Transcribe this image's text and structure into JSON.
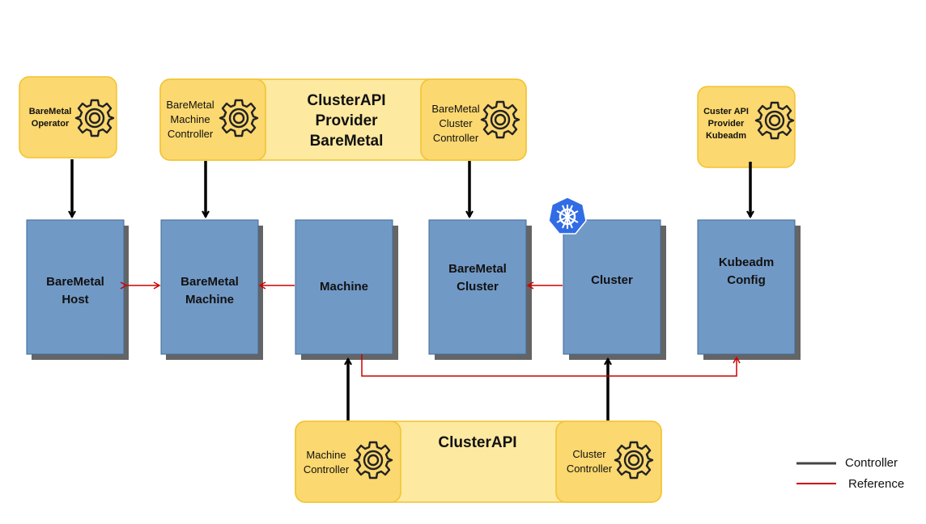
{
  "groups": {
    "baremetal_operator": {
      "label": "BareMetal\nOperator"
    },
    "capbm": {
      "title": "ClusterAPI\nProvider\nBareMetal",
      "machine_controller": "BareMetal\nMachine\nController",
      "cluster_controller": "BareMetal\nCluster\nController"
    },
    "kubeadm_provider": {
      "label": "Custer  API\nProvider\nKubeadm"
    },
    "clusterapi": {
      "title": "ClusterAPI",
      "machine_controller": "Machine\nController",
      "cluster_controller": "Cluster\nController"
    }
  },
  "resources": {
    "baremetal_host": "BareMetal\nHost",
    "baremetal_machine": "BareMetal\nMachine",
    "machine": "Machine",
    "baremetal_cluster": "BareMetal\nCluster",
    "cluster": "Cluster",
    "kubeadm_config": "Kubeadm\nConfig"
  },
  "legend": {
    "controller": {
      "label": "Controller",
      "color": "#444444"
    },
    "reference": {
      "label": "Reference",
      "color": "#cc0000"
    }
  },
  "colors": {
    "yellow_fill": "#fde9a0",
    "yellow_dark": "#fbd870",
    "yellow_border": "#f2c230",
    "box_fill": "#7199c6",
    "box_border": "#3f6a96",
    "kubernetes_blue": "#326ce5"
  },
  "icons": [
    "gear-icon",
    "kubernetes-logo-icon"
  ]
}
